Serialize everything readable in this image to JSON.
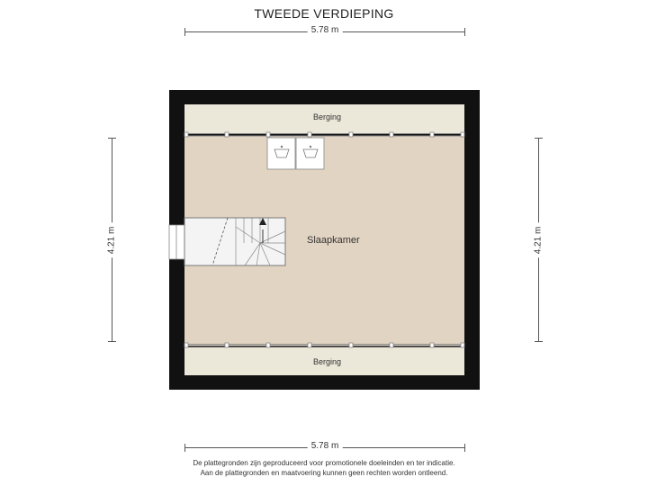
{
  "title": "TWEEDE VERDIEPING",
  "dimensions": {
    "width_top": "5.78 m",
    "width_bottom": "5.78 m",
    "height_left": "4.21 m",
    "height_right": "4.21 m"
  },
  "rooms": {
    "storage_top": "Berging",
    "bedroom": "Slaapkamer",
    "storage_bottom": "Berging"
  },
  "footer": {
    "line1": "De plattegronden zijn geproduceerd voor promotionele doeleinden en ter indicatie.",
    "line2": "Aan de plattegronden en maatvoering kunnen geen rechten worden ontleend."
  },
  "colors": {
    "wall": "#111111",
    "bedroom_floor": "#e2d4c2",
    "storage_floor": "#ebe7d9",
    "stair_floor": "#f4f4f4"
  }
}
